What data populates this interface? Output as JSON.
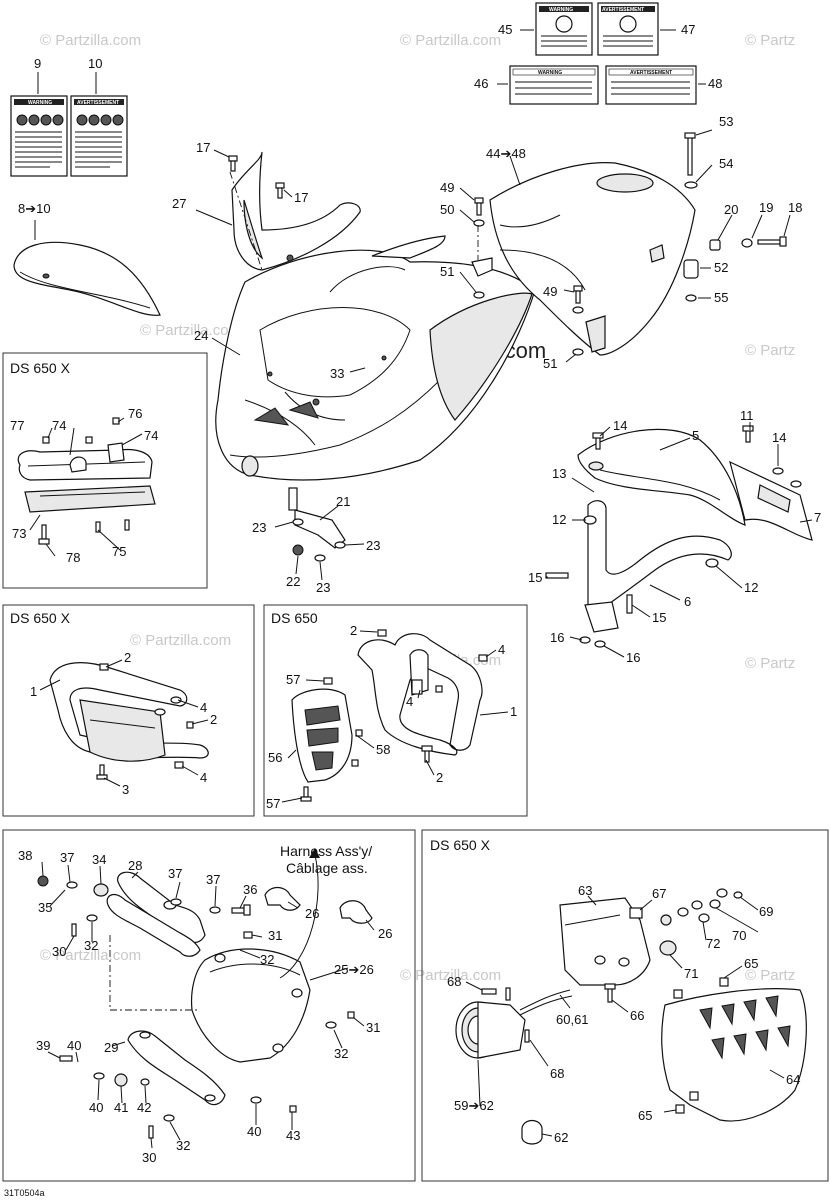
{
  "watermarks": {
    "brand": "© Partzilla.com",
    "brand_partial": "© Partz"
  },
  "sections": {
    "box_top_left": "DS 650 X",
    "box_mid_left": "DS 650 X",
    "box_mid_center": "DS 650",
    "box_bottom_right": "DS 650 X"
  },
  "decals": {
    "warning": "WARNING",
    "avertissement": "AVERTISSEMENT"
  },
  "harness_label": {
    "line1": "Harness Ass'y/",
    "line2": "Câblage ass."
  },
  "diagram_code": "31T0504a",
  "callouts": {
    "c9": "9",
    "c10": "10",
    "c8_10": "8➔10",
    "c17a": "17",
    "c17b": "17",
    "c27": "27",
    "c24": "24",
    "c33": "33",
    "c44_48": "44➔48",
    "c45": "45",
    "c46": "46",
    "c47": "47",
    "c48": "48",
    "c49a": "49",
    "c50": "50",
    "c51a": "51",
    "c49b": "49",
    "c51b": "51",
    "c53": "53",
    "c54": "54",
    "c20": "20",
    "c19": "19",
    "c18": "18",
    "c52": "52",
    "c55": "55",
    "c77": "77",
    "c74a": "74",
    "c76": "76",
    "c74b": "74",
    "c73": "73",
    "c75": "75",
    "c78": "78",
    "c21": "21",
    "c23a": "23",
    "c23b": "23",
    "c22": "22",
    "c23c": "23",
    "c14a": "14",
    "c5": "5",
    "c11": "11",
    "c14b": "14",
    "c13": "13",
    "c12a": "12",
    "c7": "7",
    "c15a": "15",
    "c6": "6",
    "c12b": "12",
    "c15b": "15",
    "c16a": "16",
    "c16b": "16",
    "m2a": "2",
    "m1": "1",
    "m4a": "4",
    "m2b": "2",
    "m4b": "4",
    "m3": "3",
    "n2a": "2",
    "n4a": "4",
    "n57a": "57",
    "n4b": "4",
    "n1": "1",
    "n58": "58",
    "n56": "56",
    "n2b": "2",
    "n57b": "57",
    "b38": "38",
    "b37a": "37",
    "b34": "34",
    "b28": "28",
    "b37b": "37",
    "b37c": "37",
    "b36": "36",
    "b35": "35",
    "b26a": "26",
    "b30a": "30",
    "b32a": "32",
    "b31a": "31",
    "b32b": "32",
    "b26b": "26",
    "b25_26": "25➔26",
    "b31b": "31",
    "b32c": "32",
    "b39": "39",
    "b40a": "40",
    "b29": "29",
    "b40b": "40",
    "b41": "41",
    "b42": "42",
    "b40c": "40",
    "b43": "43",
    "b32d": "32",
    "b30b": "30",
    "r63": "63",
    "r67": "67",
    "r69": "69",
    "r70": "70",
    "r72": "72",
    "r71": "71",
    "r65a": "65",
    "r68a": "68",
    "r60_61": "60,61",
    "r66": "66",
    "r64": "64",
    "r68b": "68",
    "r59_62": "59➔62",
    "r65b": "65",
    "r62": "62"
  }
}
